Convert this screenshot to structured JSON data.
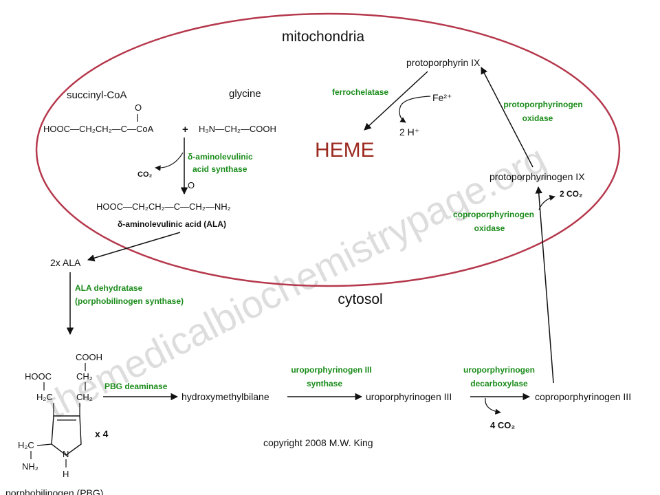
{
  "compartments": {
    "mitochondria": "mitochondria",
    "cytosol": "cytosol"
  },
  "watermark": "themedicalbiochemistrypage.org",
  "copyright": "copyright 2008 M.W. King",
  "product": "HEME",
  "molecules": {
    "succinyl_coa": "succinyl-CoA",
    "succinyl_coa_formula": "HOOC—CH₂CH₂—C—CoA",
    "plus": "+",
    "glycine": "glycine",
    "glycine_formula": "H₃N—CH₂—COOH",
    "carbonyl_o": "O",
    "ala_formula": "HOOC—CH₂CH₂—C—CH₂—NH₂",
    "ala_name": "δ-aminolevulinic acid (ALA)",
    "two_ala": "2x ALA",
    "protoporphyrin_ix": "protoporphyrin IX",
    "fe2": "Fe²⁺",
    "two_h": "2 H⁺",
    "protoporphyrinogen_ix": "protoporphyrinogen IX",
    "two_co2": "2 CO₂",
    "co2": "CO₂",
    "hydroxymethylbilane": "hydroxymethylbilane",
    "uroporphyrinogen_iii": "uroporphyrinogen III",
    "coproporphyrinogen_iii": "coproporphyrinogen III",
    "four_co2": "4 CO₂",
    "x4": "x 4",
    "pbg_name": "porphobilinogen (PBG)",
    "pbg_cooh": "COOH",
    "pbg_hooc": "HOOC",
    "pbg_ch2_top": "CH₂",
    "pbg_h2c_left": "H₂C",
    "pbg_ch2_right": "CH₂",
    "pbg_h2c_bottom": "H₂C",
    "pbg_n": "N",
    "pbg_nh2": "NH₂",
    "pbg_h": "H"
  },
  "enzymes": {
    "ala_synthase_1": "δ-aminolevulinic",
    "ala_synthase_2": "acid synthase",
    "ferrochelatase": "ferrochelatase",
    "protox_1": "protoporphyrinogen",
    "protox_2": "oxidase",
    "coprox_1": "coproporphyrinogen",
    "coprox_2": "oxidase",
    "ala_dehydratase_1": "ALA dehydratase",
    "ala_dehydratase_2": "(porphobilinogen synthase)",
    "pbg_deaminase": "PBG deaminase",
    "uro_synthase_1": "uroporphyrinogen III",
    "uro_synthase_2": "synthase",
    "uro_decarb_1": "uroporphyrinogen",
    "uro_decarb_2": "decarboxylase"
  },
  "colors": {
    "membrane": "#b5384c",
    "enzyme": "#1a8c1a",
    "heme": "#9b2a20",
    "text": "#111111",
    "watermark": "#c8c8c8"
  }
}
